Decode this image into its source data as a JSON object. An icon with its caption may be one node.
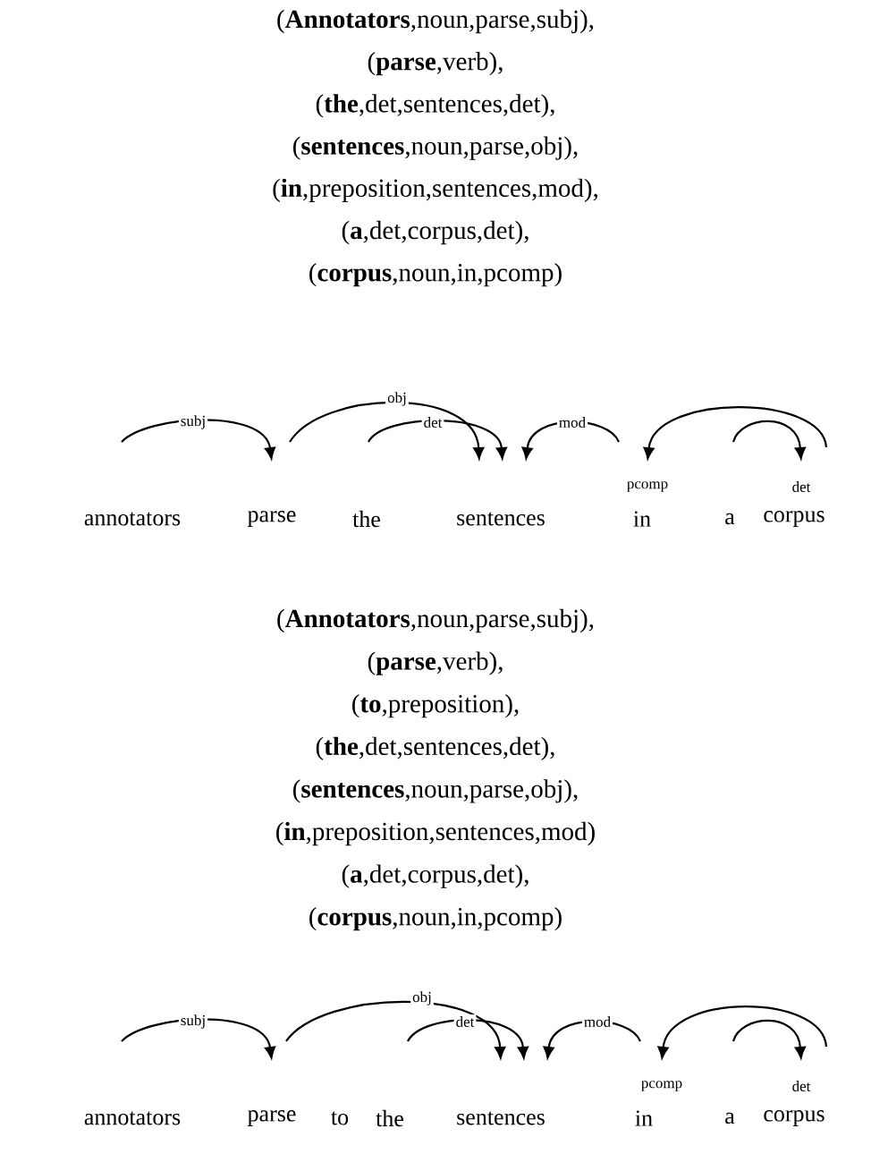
{
  "diagram": {
    "nodes": [
      {
        "text": [
          "annotators"
        ]
      },
      {
        "text": [
          "parse"
        ]
      },
      {
        "text": [
          "the"
        ]
      },
      {
        "text": [
          "sentences"
        ]
      },
      {
        "text": [
          "in"
        ]
      },
      {
        "text": [
          "a"
        ]
      },
      {
        "text": [
          "corpus"
        ]
      },
      {
        "text": [
          "annotators"
        ]
      },
      {
        "text": [
          "parse"
        ]
      },
      {
        "text": [
          "to"
        ]
      },
      {
        "text": [
          "the"
        ]
      },
      {
        "text": [
          "sentences"
        ]
      },
      {
        "text": [
          "in"
        ]
      },
      {
        "text": [
          "a"
        ]
      },
      {
        "text": [
          "corpus"
        ]
      }
    ],
    "edges": [
      {
        "from": 0,
        "to": 1,
        "arrow": "to",
        "label": "subj"
      },
      {
        "from": 1,
        "to": 3,
        "arrow": "to",
        "label": "obj"
      },
      {
        "from": 2,
        "to": 3,
        "arrow": "to",
        "label": "det"
      },
      {
        "from": 4,
        "to": 3,
        "arrow": "to",
        "label": "mod"
      },
      {
        "from": 6,
        "to": 4,
        "arrow": "to",
        "label": "pcomp"
      },
      {
        "from": 5,
        "to": 6,
        "arrow": "to",
        "label": "det"
      },
      {
        "from": 7,
        "to": 8,
        "arrow": "to",
        "label": "subj"
      },
      {
        "from": 8,
        "to": 11,
        "arrow": "to",
        "label": "obj"
      },
      {
        "from": 10,
        "to": 11,
        "arrow": "to",
        "label": "det"
      },
      {
        "from": 12,
        "to": 11,
        "arrow": "to",
        "label": "mod"
      },
      {
        "from": 14,
        "to": 12,
        "arrow": "to",
        "label": "pcomp"
      },
      {
        "from": 13,
        "to": 14,
        "arrow": "to",
        "label": "det"
      }
    ],
    "labels": [
      "(**Annotators**,noun,parse,subj),",
      "(**parse**,verb),",
      "(**the**,det,sentences,det),",
      "(**sentences**,noun,parse,obj),",
      "(**in**,preposition,sentences,mod),",
      "(**a**,det,corpus,det),",
      "(**corpus**,noun,in,pcomp)",
      "(**Annotators**,noun,parse,subj),",
      "(**parse**,verb),",
      "(**to**,preposition),",
      "(**the**,det,sentences,det),",
      "(**sentences**,noun,parse,obj),",
      "(**in**,preposition,sentences,mod)",
      "(**a**,det,corpus,det),",
      "(**corpus**,noun,in,pcomp)"
    ]
  }
}
